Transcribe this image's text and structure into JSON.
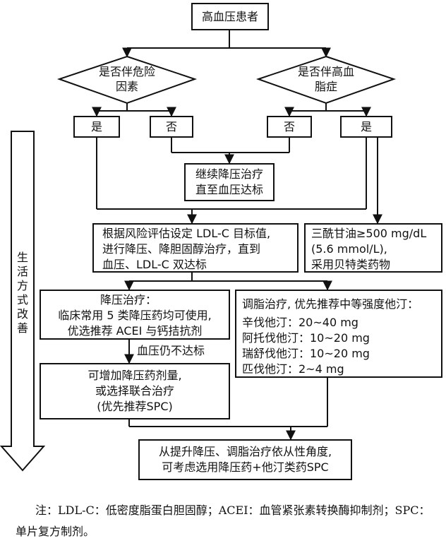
{
  "nodes": {
    "start": "高血压患者",
    "risk_decision": [
      "是否伴危险",
      "因素"
    ],
    "lipid_decision": [
      "是否伴高血",
      "脂症"
    ],
    "risk_yes": "是",
    "risk_no": "否",
    "lipid_no": "否",
    "lipid_yes": "是",
    "continue_tx": [
      "继续降压治疗",
      "直至血压达标"
    ],
    "risk_assess": [
      "根据风险评估设定 LDL-C 目标值,",
      "进行降压、降胆固醇治疗，直到",
      "血压、LDL-C 双达标"
    ],
    "triglyceride": [
      "三酰甘油≥500 mg/dL",
      "(5.6 mmol/L),",
      "采用贝特类药物"
    ],
    "bp_treatment": [
      "降压治疗：",
      "临床常用 5 类降压药均可使用,",
      "优选推荐 ACEI 与钙拮抗剂"
    ],
    "bp_not_met": "血压仍不达标",
    "add_dose": [
      "可增加降压药剂量,",
      "或选择联合治疗",
      "(优先推荐SPC)"
    ],
    "lipid_treatment": [
      "调脂治疗, 优先推荐中等强度他汀：",
      "辛伐他汀：20~40 mg",
      "阿托伐他汀：10~20 mg",
      "瑞舒伐他汀：10~20 mg",
      "匹伐他汀：2~4 mg"
    ],
    "final": [
      "从提升降压、调脂治疗依从性角度,",
      "可考虑选用降压药+他汀类药SPC"
    ]
  },
  "side_label": "生活方式改善",
  "footnote": "注：LDL-C：低密度脂蛋白胆固醇；ACEI：血管紧张素转换酶抑制剂；SPC：单片复方制剂。"
}
